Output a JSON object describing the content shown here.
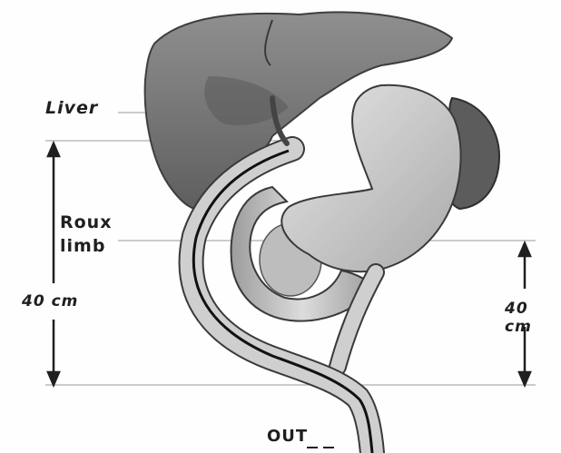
{
  "labels": {
    "liver": "Liver",
    "roux_limb_line1": "Roux",
    "roux_limb_line2": "limb",
    "length_left": "40 cm",
    "length_right": "40 cm",
    "out": "OUT"
  },
  "colors": {
    "liver": "#7a7a7a",
    "stomach": "#c9c9c9",
    "bowel": "#b2b2b2",
    "spleen": "#5a5a5a",
    "ink": "#1f1f1f"
  }
}
